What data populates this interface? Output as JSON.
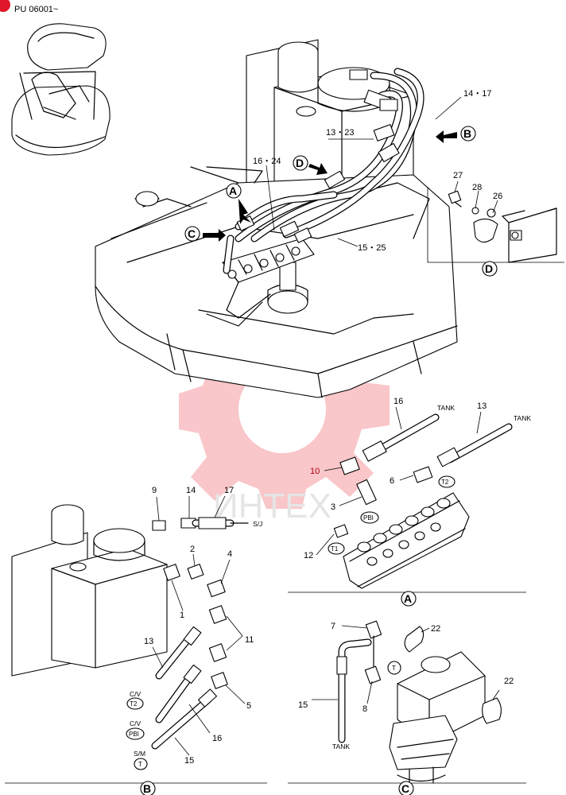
{
  "header": {
    "serial_range": "PU 06001~"
  },
  "watermark": {
    "text": "ИНТЕХ"
  },
  "views": {
    "A": "A",
    "B": "B",
    "C": "C",
    "D": "D"
  },
  "main": {
    "labels": [
      "14・17",
      "13・23",
      "16・24",
      "15・25"
    ]
  },
  "detail_d": {
    "labels": [
      "27",
      "28",
      "26"
    ]
  },
  "detail_a": {
    "labels": [
      "16",
      "13",
      "10",
      "6",
      "3",
      "12"
    ],
    "tank": "TANK",
    "port_t2": "T2",
    "port_pbi": "PBI",
    "port_t1": "T1"
  },
  "detail_b": {
    "labels": [
      "14",
      "17",
      "9",
      "2",
      "4",
      "1",
      "11",
      "5",
      "13",
      "16",
      "15"
    ],
    "sj": "S/J",
    "cv": "C/V",
    "sm": "S/M",
    "port_t2": "T2",
    "port_pbi": "PBI",
    "port_t": "T"
  },
  "detail_c": {
    "labels": [
      "7",
      "8",
      "15",
      "22",
      "22"
    ],
    "tank": "TANK",
    "port_t": "T"
  }
}
